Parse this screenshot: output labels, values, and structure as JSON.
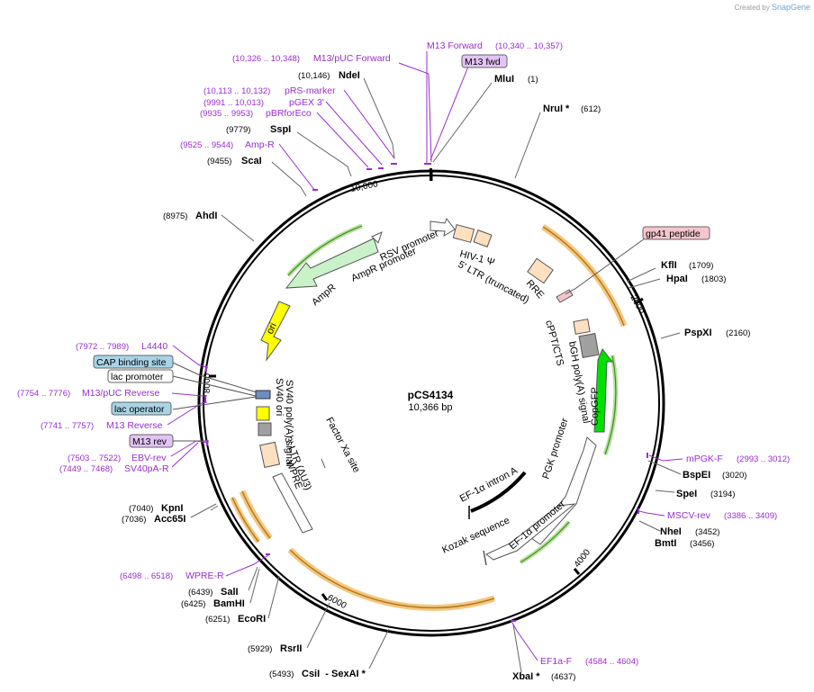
{
  "credit": {
    "prefix": "Created by",
    "brand": "SnapGene"
  },
  "center": {
    "name": "pCS4134",
    "size": "10,366 bp"
  },
  "ruler_labels": [
    "10,000",
    "2000",
    "4000",
    "6000",
    "8000"
  ],
  "enzymes": [
    {
      "name": "NdeI",
      "pos": "(10,146)"
    },
    {
      "name": "MluI",
      "pos": "(1)"
    },
    {
      "name": "NruI *",
      "pos": "(612)"
    },
    {
      "name": "SspI",
      "pos": "(9779)"
    },
    {
      "name": "ScaI",
      "pos": "(9455)"
    },
    {
      "name": "AhdI",
      "pos": "(8975)"
    },
    {
      "name": "KflI",
      "pos": "(1709)"
    },
    {
      "name": "HpaI",
      "pos": "(1803)"
    },
    {
      "name": "PspXI",
      "pos": "(2160)"
    },
    {
      "name": "BspEI",
      "pos": "(3020)"
    },
    {
      "name": "SpeI",
      "pos": "(3194)"
    },
    {
      "name": "NheI",
      "pos": "(3452)"
    },
    {
      "name": "BmtI",
      "pos": "(3456)"
    },
    {
      "name": "KpnI",
      "pos": "(7040)"
    },
    {
      "name": "Acc65I",
      "pos": "(7036)"
    },
    {
      "name": "SalI",
      "pos": "(6439)"
    },
    {
      "name": "BamHI",
      "pos": "(6425)"
    },
    {
      "name": "EcoRI",
      "pos": "(6251)"
    },
    {
      "name": "RsrII",
      "pos": "(5929)"
    },
    {
      "name": "CsiI  - SexAI *",
      "pos": "(5493)"
    },
    {
      "name": "XbaI *",
      "pos": "(4637)"
    }
  ],
  "primers": [
    {
      "name": "M13 Forward",
      "pos": "(10,340 .. 10,357)"
    },
    {
      "name": "M13/pUC Forward",
      "pos": "(10,326 .. 10,348)"
    },
    {
      "name": "pRS-marker",
      "pos": "(10,113 .. 10,132)"
    },
    {
      "name": "pGEX 3'",
      "pos": "(9991 .. 10,013)"
    },
    {
      "name": "pBRforEco",
      "pos": "(9935 .. 9953)"
    },
    {
      "name": "Amp-R",
      "pos": "(9525 .. 9544)"
    },
    {
      "name": "L4440",
      "pos": "(7972 .. 7989)"
    },
    {
      "name": "M13/pUC Reverse",
      "pos": "(7754 .. 7776)"
    },
    {
      "name": "M13 Reverse",
      "pos": "(7741 .. 7757)"
    },
    {
      "name": "EBV-rev",
      "pos": "(7503 .. 7522)"
    },
    {
      "name": "SV40pA-R",
      "pos": "(7449 .. 7468)"
    },
    {
      "name": "WPRE-R",
      "pos": "(6498 .. 6518)"
    },
    {
      "name": "mPGK-F",
      "pos": "(2993 .. 3012)"
    },
    {
      "name": "MSCV-rev",
      "pos": "(3386 .. 3409)"
    },
    {
      "name": "EF1a-F",
      "pos": "(4584 .. 4604)"
    }
  ],
  "boxed_labels": {
    "m13_fwd": "M13 fwd",
    "gp41": "gp41 peptide",
    "cap": "CAP binding site",
    "lac_promoter": "lac promoter",
    "lac_operator": "lac operator",
    "m13_rev": "M13 rev"
  },
  "features": {
    "rsv": "RSV promoter",
    "amp_promoter": "AmpR promoter",
    "ampr": "AmpR",
    "ori": "ori",
    "hiv": "HIV-1 Ψ",
    "ltr5": "5' LTR (truncated)",
    "rre": "RRE",
    "cppt": "cPPT/CTS",
    "bgh": "bGH poly(A) signal",
    "copgfp": "CopGFP",
    "pgk": "PGK promoter",
    "ef1a_intron": "EF-1α intron A",
    "ef1a_promoter": "EF-1α promoter",
    "kozak": "Kozak sequence",
    "sv40_ori": "SV40 ori",
    "sv40_polya": "SV40 poly(A) signal",
    "ltr3": "3' LTR (ΔU3)",
    "wpre": "WPRE",
    "factor_xa": "Factor Xa site"
  },
  "colors": {
    "primer": "#9a2ccf",
    "enzyme_line": "#666666",
    "ampr_fill": "#c9f2c9",
    "ori_fill": "#ffff00",
    "copgfp_fill": "#00e000",
    "ltr_fill": "#fde0c0",
    "bgh_fill": "#a0a0a0",
    "orf_highlight": "#f5c77e",
    "orf_line": "#b07a22",
    "cap_fill": "#a8d4e6",
    "m13_fill": "#e3c3f5",
    "gp41_fill": "#f4c6cc"
  }
}
